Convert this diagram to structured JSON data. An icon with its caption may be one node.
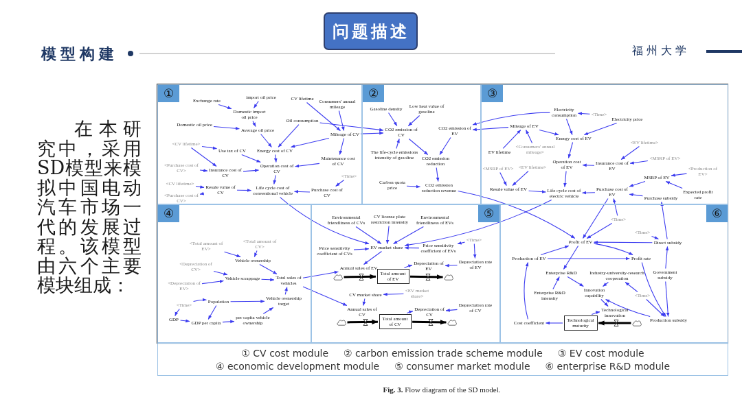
{
  "diagram": {
    "title": "问题描述",
    "caption": "**Fig. 3.** Flow diagram of the SD model.",
    "nodes": [
      {
        "text": [
          "①"
        ]
      },
      {
        "text": [
          "Exchange rate"
        ],
        "in": 0
      },
      {
        "text": [
          "import oil price"
        ],
        "in": 0
      },
      {
        "text": [
          "Domestic import oil price"
        ],
        "in": 0
      },
      {
        "text": [
          "CV lifetime"
        ],
        "in": 0
      },
      {
        "text": [
          "Consumers' annual mileage"
        ],
        "in": 0
      },
      {
        "text": [
          "Oil consumption"
        ],
        "in": 0
      },
      {
        "text": [
          "Domestic oil price"
        ],
        "in": 0
      },
      {
        "text": [
          "Average oil price"
        ],
        "in": 0
      },
      {
        "text": [
          "Mileage of CV"
        ],
        "in": 0
      },
      {
        "text": [
          "<CV lifetime>"
        ],
        "in": 0
      },
      {
        "text": [
          "Use tax of CV"
        ],
        "in": 0
      },
      {
        "text": [
          "Energy cost of CV"
        ],
        "in": 0
      },
      {
        "text": [
          "Maintenance cost of CV"
        ],
        "in": 0
      },
      {
        "text": [
          "<Purchase cost of CV>"
        ],
        "in": 0
      },
      {
        "text": [
          "Insurance cost of CV"
        ],
        "in": 0
      },
      {
        "text": [
          "Operation cost of CV"
        ],
        "in": 0
      },
      {
        "text": [
          "<Time>"
        ],
        "in": 0
      },
      {
        "text": [
          "<CV lifetime>"
        ],
        "in": 0
      },
      {
        "text": [
          "Resale value of CV"
        ],
        "in": 0
      },
      {
        "text": [
          "Life cycle cost of conventional vehicle"
        ],
        "in": 0
      },
      {
        "text": [
          "Purchase cost of CV"
        ],
        "in": 0
      },
      {
        "text": [
          "<Purchase cost of CV>"
        ],
        "in": 0
      },
      {
        "text": [
          "②"
        ]
      },
      {
        "text": [
          "Gasoline density"
        ],
        "in": 23
      },
      {
        "text": [
          "Low heat value of gasoline"
        ],
        "in": 23
      },
      {
        "text": [
          "CO2 emission of CV"
        ],
        "in": 23
      },
      {
        "text": [
          "CO2 emission of EV"
        ],
        "in": 23
      },
      {
        "text": [
          "The life-cycle emissions intensity of gasoline"
        ],
        "in": 23
      },
      {
        "text": [
          "CO2 emission reduction"
        ],
        "in": 23
      },
      {
        "text": [
          "Carbon quota price"
        ],
        "in": 23
      },
      {
        "text": [
          "CO2 emission reduction revenue"
        ],
        "in": 23
      },
      {
        "text": [
          "③"
        ]
      },
      {
        "text": [
          "Electricity consumption"
        ],
        "in": 32
      },
      {
        "text": [
          "<Time>"
        ],
        "in": 32
      },
      {
        "text": [
          "Electricity price"
        ],
        "in": 32
      },
      {
        "text": [
          "Mileage of EV"
        ],
        "in": 32
      },
      {
        "text": [
          "Energy cost of EV"
        ],
        "in": 32
      },
      {
        "text": [
          "EV lifetime"
        ],
        "in": 32
      },
      {
        "text": [
          "<Consumers' annual mileage>"
        ],
        "in": 32
      },
      {
        "text": [
          "<EV lifetime>"
        ],
        "in": 32
      },
      {
        "text": [
          "Operation cost of EV"
        ],
        "in": 32
      },
      {
        "text": [
          "Insurance cost of EV"
        ],
        "in": 32
      },
      {
        "text": [
          "<MSRP of EV>"
        ],
        "in": 32
      },
      {
        "text": [
          "<MSRP of EV>"
        ],
        "in": 32
      },
      {
        "text": [
          "<EV lifetime>"
        ],
        "in": 32
      },
      {
        "text": [
          "<Production of EV>"
        ],
        "in": 32
      },
      {
        "text": [
          "MSRP of EV"
        ],
        "in": 32
      },
      {
        "text": [
          "Resale value of EV"
        ],
        "in": 32
      },
      {
        "text": [
          "Life cycle cost of electric vehicle"
        ],
        "in": 32
      },
      {
        "text": [
          "Purchase cost of EV"
        ],
        "in": 32
      },
      {
        "text": [
          "Expected profit rate"
        ],
        "in": 32
      },
      {
        "text": [
          "Purchase subsidy"
        ],
        "in": 32
      },
      {
        "text": [
          "④"
        ]
      },
      {
        "text": [
          "<Total amount of EV>"
        ],
        "in": 53
      },
      {
        "text": [
          "<Total amount of CV>"
        ],
        "in": 53
      },
      {
        "text": [
          "Vehicle ownership"
        ],
        "in": 53
      },
      {
        "text": [
          "<Depreciation of CV>"
        ],
        "in": 53
      },
      {
        "text": [
          "Vehicle scrappage"
        ],
        "in": 53
      },
      {
        "text": [
          "Total sales of vehicles"
        ],
        "in": 53
      },
      {
        "text": [
          "<Depreciation of EV>"
        ],
        "in": 53
      },
      {
        "text": [
          "<Time>"
        ],
        "in": 53
      },
      {
        "text": [
          "Population"
        ],
        "in": 53
      },
      {
        "text": [
          "Vehicle ownership target"
        ],
        "in": 53
      },
      {
        "text": [
          "GDP"
        ],
        "in": 53
      },
      {
        "text": [
          "GDP per capita"
        ],
        "in": 53
      },
      {
        "text": [
          "per capita vehicle ownership"
        ],
        "in": 53
      },
      {
        "text": [
          "⑤"
        ]
      },
      {
        "text": [
          "Environmental friendliness of CVs"
        ],
        "in": 67
      },
      {
        "text": [
          "CV license plate restriction intensity"
        ],
        "in": 67
      },
      {
        "text": [
          "Environmental friendliness of EVs"
        ],
        "in": 67
      },
      {
        "text": [
          "EV market share"
        ],
        "in": 67
      },
      {
        "text": [
          "Price sensitivity coefficient of CVs"
        ],
        "in": 67
      },
      {
        "text": [
          "Price sensitivity coefficient of EVs"
        ],
        "in": 67
      },
      {
        "text": [
          "<Time>"
        ],
        "in": 67
      },
      {
        "text": [
          "Annual sales of EV"
        ],
        "in": 67
      },
      {
        "text": [
          "Depreciation of EV"
        ],
        "in": 67
      },
      {
        "text": [
          "Depreciation rate of EV"
        ],
        "in": 67
      },
      {
        "text": [],
        "shape": "cloud",
        "in": 67
      },
      {
        "text": [
          "Total amount of EV"
        ],
        "in": 67
      },
      {
        "text": [],
        "shape": "cloud",
        "in": 67
      },
      {
        "text": [
          "CV market share"
        ],
        "in": 67
      },
      {
        "text": [
          "<EV market share>"
        ],
        "in": 67
      },
      {
        "text": [
          "Annual sales of CV"
        ],
        "in": 67
      },
      {
        "text": [
          "Depreciation of CV"
        ],
        "in": 67
      },
      {
        "text": [
          "Depreciation rate of CV"
        ],
        "in": 67
      },
      {
        "text": [],
        "shape": "cloud",
        "in": 67
      },
      {
        "text": [
          "Total amount of CV"
        ],
        "in": 67
      },
      {
        "text": [],
        "shape": "cloud",
        "in": 67
      },
      {
        "text": [
          "⑥"
        ]
      },
      {
        "text": [
          "<Time>"
        ],
        "in": 89
      },
      {
        "text": [
          "<Time>"
        ],
        "in": 89
      },
      {
        "text": [
          "Profit of EV"
        ],
        "in": 89
      },
      {
        "text": [
          "Direct subsidy"
        ],
        "in": 89
      },
      {
        "text": [
          "Production of EV"
        ],
        "in": 89
      },
      {
        "text": [
          "Profit rate"
        ],
        "in": 89
      },
      {
        "text": [
          "Enterprise R&D"
        ],
        "in": 89
      },
      {
        "text": [
          "Industry-university-research cooperation"
        ],
        "in": 89
      },
      {
        "text": [
          "Government subsidy"
        ],
        "in": 89
      },
      {
        "text": [
          "Enterprise R&D intensity"
        ],
        "in": 89
      },
      {
        "text": [
          "Innovation capability"
        ],
        "in": 89
      },
      {
        "text": [
          "<Time>"
        ],
        "in": 89
      },
      {
        "text": [
          "Technological innovation"
        ],
        "in": 89
      },
      {
        "text": [
          "Cost coefficient"
        ],
        "in": 89
      },
      {
        "text": [
          "Technological maturity"
        ],
        "in": 89
      },
      {
        "text": [
          "Production subsidy"
        ],
        "in": 89
      },
      {
        "text": [],
        "shape": "cloud",
        "in": 89
      },
      {
        "text": [
          "① CV cost module",
          "② carbon emission trade scheme module",
          "③ EV cost module",
          "④ economic development module",
          "⑤ consumer market module",
          "⑥ enterprise R&D module"
        ]
      }
    ],
    "edges": [
      {
        "from": 1,
        "to": 3,
        "arrow": "to"
      },
      {
        "from": 2,
        "to": 3,
        "arrow": "to"
      },
      {
        "from": 3,
        "to": 8,
        "arrow": "to"
      },
      {
        "from": 7,
        "to": 8,
        "arrow": "to"
      },
      {
        "from": 8,
        "to": 12,
        "arrow": "to"
      },
      {
        "from": 6,
        "to": 12,
        "arrow": "to"
      },
      {
        "from": 9,
        "to": 12,
        "arrow": "to"
      },
      {
        "from": 4,
        "to": 9,
        "arrow": "to"
      },
      {
        "from": 5,
        "to": 9,
        "arrow": "to"
      },
      {
        "from": 9,
        "to": 13,
        "arrow": "to"
      },
      {
        "from": 10,
        "to": 11,
        "arrow": "to"
      },
      {
        "from": 10,
        "to": 15,
        "arrow": "to"
      },
      {
        "from": 11,
        "to": 16,
        "arrow": "to"
      },
      {
        "from": 12,
        "to": 16,
        "arrow": "to"
      },
      {
        "from": 13,
        "to": 16,
        "arrow": "to"
      },
      {
        "from": 14,
        "to": 15,
        "arrow": "to"
      },
      {
        "from": 15,
        "to": 16,
        "arrow": "to"
      },
      {
        "from": 16,
        "to": 20,
        "arrow": "to"
      },
      {
        "from": 18,
        "to": 19,
        "arrow": "to"
      },
      {
        "from": 19,
        "to": 20,
        "arrow": "to"
      },
      {
        "from": 21,
        "to": 20,
        "arrow": "to"
      },
      {
        "from": 17,
        "to": 21,
        "arrow": "to"
      },
      {
        "from": 19,
        "to": 22,
        "arrow": "to"
      },
      {
        "from": 6,
        "to": 26,
        "arrow": "to"
      },
      {
        "from": 9,
        "to": 26,
        "arrow": "to"
      },
      {
        "from": 20,
        "to": 71,
        "arrow": "to"
      },
      {
        "from": 24,
        "to": 26,
        "arrow": "to"
      },
      {
        "from": 25,
        "to": 26,
        "arrow": "to"
      },
      {
        "from": 28,
        "to": 26,
        "arrow": "to"
      },
      {
        "from": 26,
        "to": 29,
        "arrow": "to"
      },
      {
        "from": 27,
        "to": 29,
        "arrow": "to"
      },
      {
        "from": 29,
        "to": 31,
        "arrow": "to"
      },
      {
        "from": 30,
        "to": 31,
        "arrow": "to"
      },
      {
        "from": 31,
        "to": 92,
        "arrow": "to"
      },
      {
        "from": 33,
        "to": 27,
        "arrow": "to"
      },
      {
        "from": 36,
        "to": 27,
        "arrow": "to"
      },
      {
        "from": 34,
        "to": 33,
        "arrow": "to"
      },
      {
        "from": 33,
        "to": 37,
        "arrow": "to"
      },
      {
        "from": 35,
        "to": 37,
        "arrow": "to"
      },
      {
        "from": 36,
        "to": 37,
        "arrow": "to"
      },
      {
        "from": 38,
        "to": 36,
        "arrow": "to"
      },
      {
        "from": 39,
        "to": 36,
        "arrow": "to"
      },
      {
        "from": 37,
        "to": 41,
        "arrow": "to"
      },
      {
        "from": 40,
        "to": 42,
        "arrow": "to"
      },
      {
        "from": 43,
        "to": 42,
        "arrow": "to"
      },
      {
        "from": 42,
        "to": 41,
        "arrow": "to"
      },
      {
        "from": 41,
        "to": 49,
        "arrow": "to"
      },
      {
        "from": 44,
        "to": 48,
        "arrow": "to"
      },
      {
        "from": 45,
        "to": 48,
        "arrow": "to"
      },
      {
        "from": 48,
        "to": 49,
        "arrow": "to"
      },
      {
        "from": 50,
        "to": 49,
        "arrow": "to"
      },
      {
        "from": 47,
        "to": 50,
        "arrow": "to"
      },
      {
        "from": 46,
        "to": 47,
        "arrow": "to"
      },
      {
        "from": 51,
        "to": 47,
        "arrow": "to"
      },
      {
        "from": 52,
        "to": 50,
        "arrow": "to"
      },
      {
        "from": 49,
        "to": 71,
        "arrow": "to"
      },
      {
        "from": 50,
        "to": 92,
        "arrow": "to"
      },
      {
        "from": 54,
        "to": 56,
        "arrow": "to"
      },
      {
        "from": 55,
        "to": 56,
        "arrow": "to"
      },
      {
        "from": 56,
        "to": 59,
        "arrow": "to"
      },
      {
        "from": 57,
        "to": 58,
        "arrow": "to"
      },
      {
        "from": 60,
        "to": 58,
        "arrow": "to"
      },
      {
        "from": 58,
        "to": 59,
        "arrow": "to"
      },
      {
        "from": 63,
        "to": 59,
        "arrow": "to"
      },
      {
        "from": 61,
        "to": 62,
        "arrow": "to"
      },
      {
        "from": 61,
        "to": 64,
        "arrow": "to"
      },
      {
        "from": 62,
        "to": 65,
        "arrow": "to"
      },
      {
        "from": 62,
        "to": 63,
        "arrow": "to"
      },
      {
        "from": 64,
        "to": 65,
        "arrow": "to"
      },
      {
        "from": 65,
        "to": 66,
        "arrow": "to"
      },
      {
        "from": 66,
        "to": 63,
        "arrow": "to"
      },
      {
        "from": 59,
        "to": 75,
        "arrow": "to"
      },
      {
        "from": 59,
        "to": 83,
        "arrow": "to"
      },
      {
        "from": 68,
        "to": 71,
        "arrow": "to"
      },
      {
        "from": 69,
        "to": 71,
        "arrow": "to"
      },
      {
        "from": 70,
        "to": 71,
        "arrow": "to"
      },
      {
        "from": 72,
        "to": 71,
        "arrow": "to"
      },
      {
        "from": 73,
        "to": 71,
        "arrow": "to"
      },
      {
        "from": 74,
        "to": 73,
        "arrow": "to"
      },
      {
        "from": 74,
        "to": 77,
        "arrow": "to"
      },
      {
        "from": 71,
        "to": 75,
        "arrow": "to"
      },
      {
        "from": 79,
        "to": 76,
        "arrow": "to"
      },
      {
        "from": 77,
        "to": 76,
        "arrow": "to"
      },
      {
        "from": 82,
        "to": 81,
        "arrow": "to"
      },
      {
        "from": 81,
        "to": 83,
        "arrow": "to"
      },
      {
        "from": 87,
        "to": 84,
        "arrow": "to"
      },
      {
        "from": 85,
        "to": 84,
        "arrow": "to"
      },
      {
        "from": 78,
        "to": 79,
        "arrow": "to",
        "style": "thick",
        "color": "#000000"
      },
      {
        "from": 79,
        "to": 80,
        "arrow": "to",
        "style": "thick",
        "color": "#000000"
      },
      {
        "from": 86,
        "to": 87,
        "arrow": "to",
        "style": "thick",
        "color": "#000000"
      },
      {
        "from": 87,
        "to": 88,
        "arrow": "to",
        "style": "thick",
        "color": "#000000"
      },
      {
        "from": 90,
        "to": 92,
        "arrow": "to"
      },
      {
        "from": 90,
        "to": 50,
        "arrow": "to"
      },
      {
        "from": 93,
        "to": 92,
        "arrow": "to"
      },
      {
        "from": 94,
        "to": 92,
        "arrow": "to"
      },
      {
        "from": 94,
        "to": 95,
        "arrow": "to"
      },
      {
        "from": 92,
        "to": 95,
        "arrow": "to"
      },
      {
        "from": 92,
        "to": 96,
        "arrow": "to"
      },
      {
        "from": 91,
        "to": 93,
        "arrow": "to"
      },
      {
        "from": 98,
        "to": 93,
        "arrow": "to"
      },
      {
        "from": 93,
        "to": 52,
        "arrow": "to"
      },
      {
        "from": 98,
        "to": 105,
        "arrow": "to"
      },
      {
        "from": 95,
        "to": 105,
        "arrow": "to"
      },
      {
        "from": 99,
        "to": 96,
        "arrow": "to"
      },
      {
        "from": 96,
        "to": 100,
        "arrow": "to"
      },
      {
        "from": 97,
        "to": 100,
        "arrow": "to"
      },
      {
        "from": 101,
        "to": 97,
        "arrow": "to"
      },
      {
        "from": 101,
        "to": 105,
        "arrow": "to"
      },
      {
        "from": 105,
        "to": 100,
        "arrow": "to"
      },
      {
        "from": 100,
        "to": 102,
        "arrow": "to"
      },
      {
        "from": 104,
        "to": 102,
        "arrow": "to"
      },
      {
        "from": 104,
        "to": 103,
        "arrow": "to"
      },
      {
        "from": 103,
        "to": 94,
        "arrow": "to"
      },
      {
        "from": 106,
        "to": 104,
        "arrow": "to",
        "style": "thick",
        "color": "#000000"
      }
    ],
    "labels": [
      "模型构建",
      "福州大学",
      "在本研究中，采用SD模型来模拟中国电动汽车市场一代的发展过程。该模型由六个主要模块组成："
    ]
  }
}
